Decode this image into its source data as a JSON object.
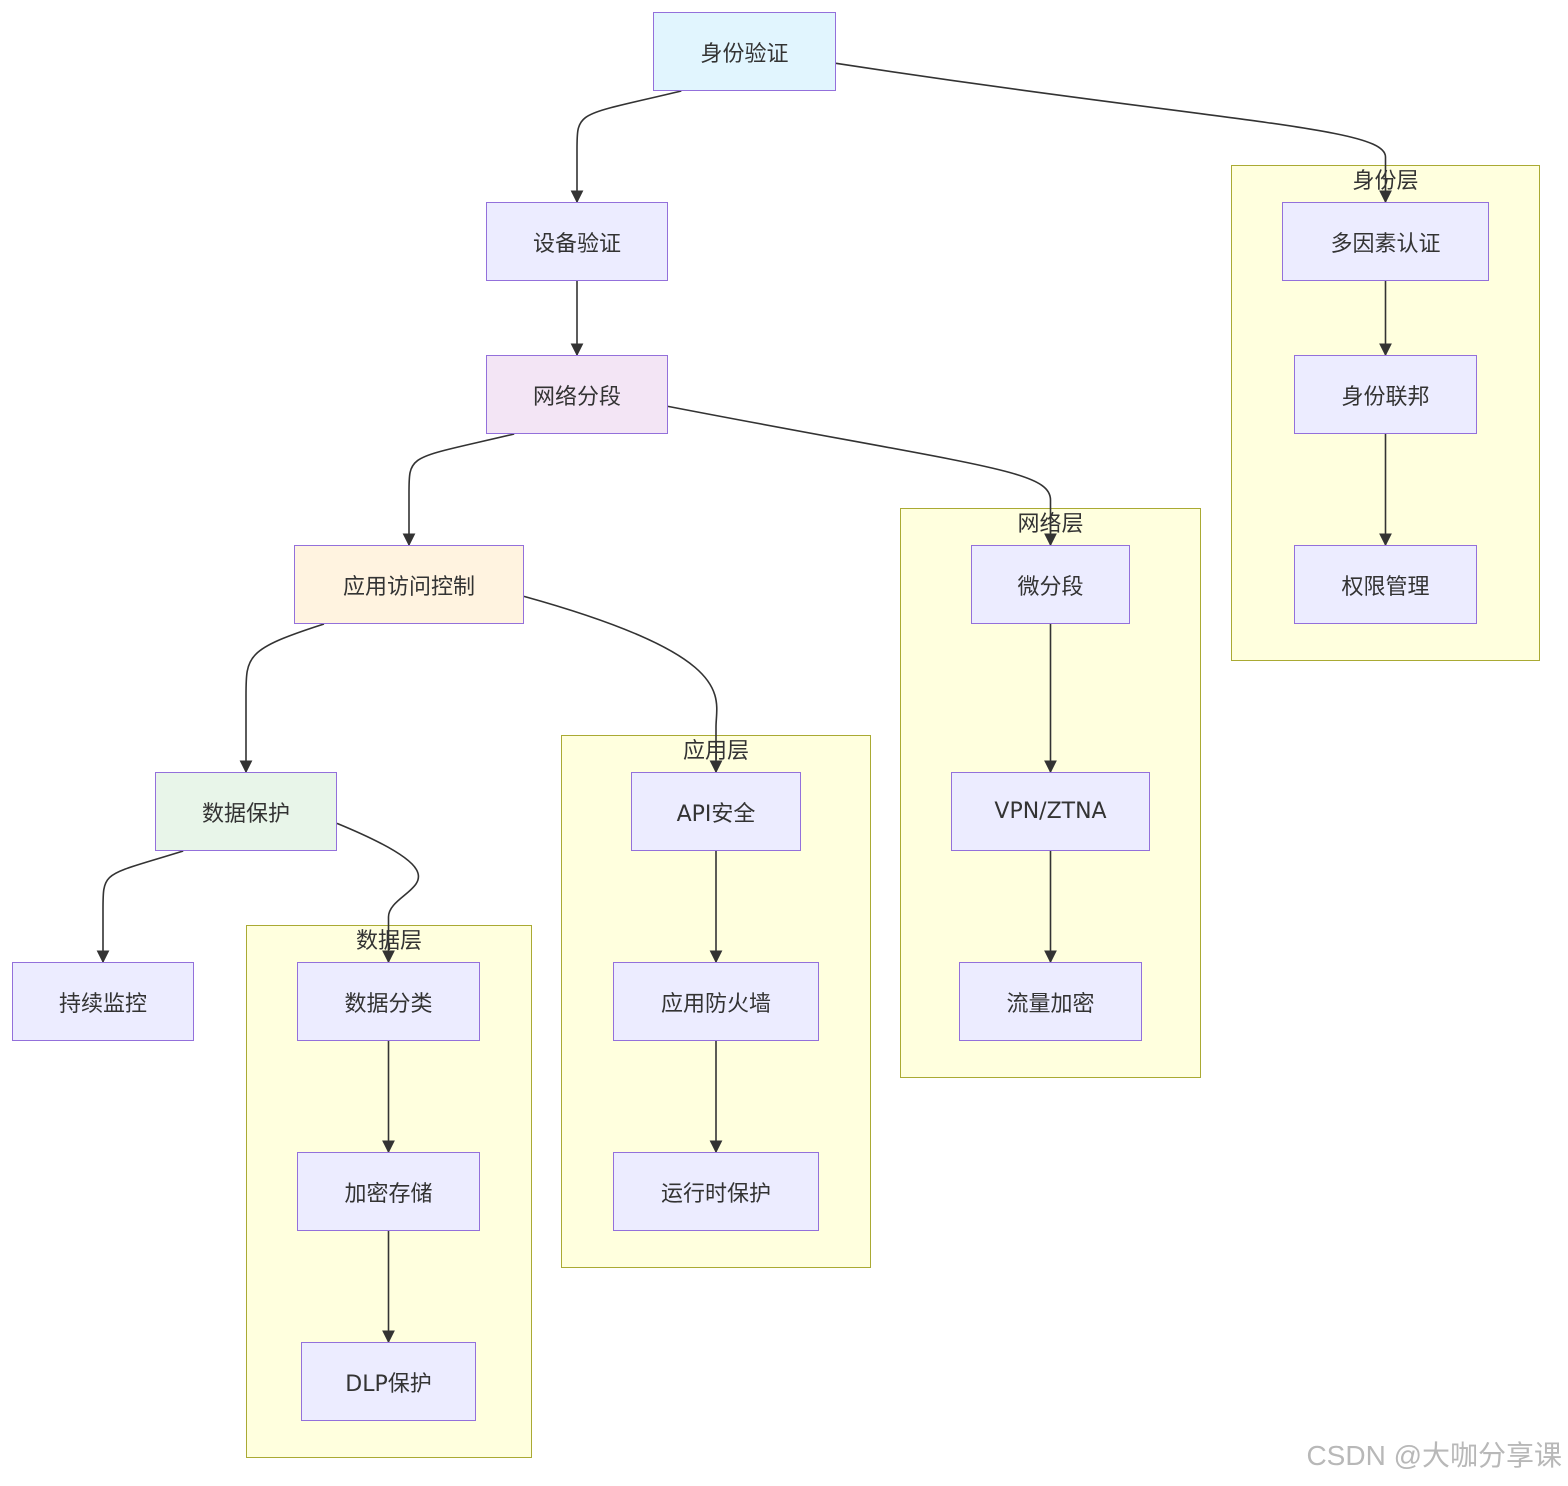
{
  "colors": {
    "node_fill": "#ececff",
    "node_border": "#9370db",
    "group_fill": "#ffffde",
    "group_border": "#aaaa33",
    "edge": "#333333",
    "identity_fill": "#e1f5fe",
    "network_fill": "#f3e5f5",
    "app_fill": "#fff3e0",
    "data_fill": "#e8f5e9"
  },
  "groups": {
    "identity": "身份层",
    "network": "网络层",
    "application": "应用层",
    "data": "数据层"
  },
  "nodes": {
    "identity_verify": "身份验证",
    "device_verify": "设备验证",
    "network_segment": "网络分段",
    "app_access": "应用访问控制",
    "data_protect": "数据保护",
    "continuous_monitor": "持续监控",
    "mfa": "多因素认证",
    "identity_federation": "身份联邦",
    "permission_mgmt": "权限管理",
    "micro_segment": "微分段",
    "vpn_ztna": "VPN/ZTNA",
    "traffic_encrypt": "流量加密",
    "api_security": "API安全",
    "app_firewall": "应用防火墙",
    "runtime_protect": "运行时保护",
    "data_classify": "数据分类",
    "encrypted_storage": "加密存储",
    "dlp_protect": "DLP保护"
  },
  "edges": [
    {
      "from": "identity_verify",
      "to": "device_verify"
    },
    {
      "from": "identity_verify",
      "to": "mfa"
    },
    {
      "from": "device_verify",
      "to": "network_segment"
    },
    {
      "from": "network_segment",
      "to": "app_access"
    },
    {
      "from": "network_segment",
      "to": "micro_segment"
    },
    {
      "from": "app_access",
      "to": "data_protect"
    },
    {
      "from": "app_access",
      "to": "api_security"
    },
    {
      "from": "data_protect",
      "to": "continuous_monitor"
    },
    {
      "from": "data_protect",
      "to": "data_classify"
    },
    {
      "from": "mfa",
      "to": "identity_federation"
    },
    {
      "from": "identity_federation",
      "to": "permission_mgmt"
    },
    {
      "from": "micro_segment",
      "to": "vpn_ztna"
    },
    {
      "from": "vpn_ztna",
      "to": "traffic_encrypt"
    },
    {
      "from": "api_security",
      "to": "app_firewall"
    },
    {
      "from": "app_firewall",
      "to": "runtime_protect"
    },
    {
      "from": "data_classify",
      "to": "encrypted_storage"
    },
    {
      "from": "encrypted_storage",
      "to": "dlp_protect"
    }
  ],
  "watermark": "CSDN @大咖分享课"
}
